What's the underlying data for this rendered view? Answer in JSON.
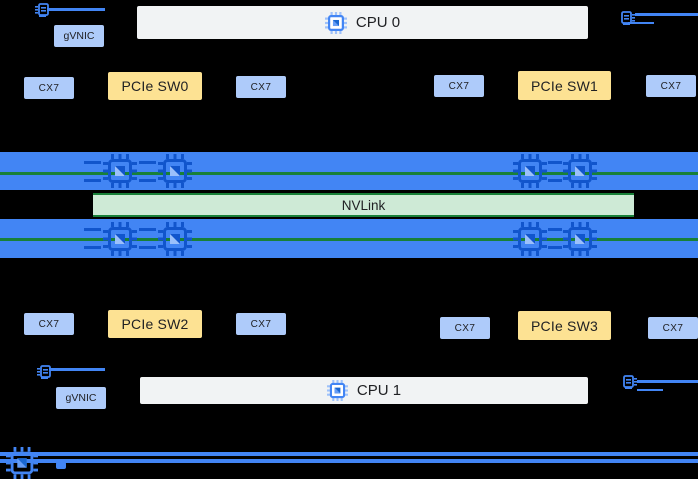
{
  "diagram": {
    "cpu0_label": "CPU 0",
    "cpu1_label": "CPU 1",
    "nvlink_label": "NVLink",
    "gvnic_top_label": "gVNIC",
    "gvnic_bottom_label": "gVNIC",
    "nic_row_top": [
      {
        "label": "CX7"
      },
      {
        "label": "PCIe SW0"
      },
      {
        "label": "CX7"
      },
      {
        "label": "CX7"
      },
      {
        "label": "PCIe SW1"
      },
      {
        "label": "CX7"
      }
    ],
    "nic_row_bottom": [
      {
        "label": "CX7"
      },
      {
        "label": "PCIe SW2"
      },
      {
        "label": "CX7"
      },
      {
        "label": "CX7"
      },
      {
        "label": "PCIe SW3"
      },
      {
        "label": "CX7"
      }
    ],
    "gpu_bar_top": {
      "gpu_count": 4
    },
    "gpu_bar_bottom": {
      "gpu_count": 4
    },
    "icons": {
      "cpu_chip": "chip-icon",
      "gpu_chip": "gpu-chip-icon",
      "network_port": "network-port-icon",
      "bottom_chip": "nic-chip-icon"
    },
    "colors": {
      "background": "#000000",
      "gpu_bar_blue": "#4285f4",
      "nvlink_fill": "#ceead6",
      "nvlink_line_green": "#188038",
      "nic_light_blue": "#aecbfa",
      "pcie_switch_yellow": "#fde293",
      "cpu_box_gray": "#f1f3f4",
      "chip_dark_blue": "#1155cc",
      "text_dark": "#202124"
    }
  }
}
